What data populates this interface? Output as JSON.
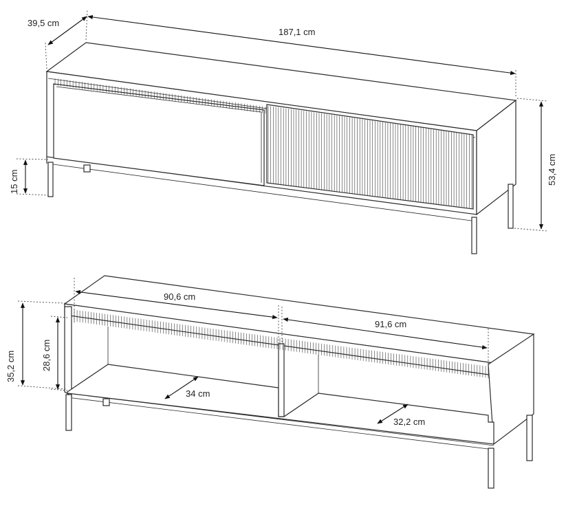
{
  "top_view": {
    "depth_label": "39,5 cm",
    "width_label": "187,1 cm",
    "height_label": "53,4 cm",
    "leg_label": "15 cm"
  },
  "bottom_view": {
    "left_width_label": "90,6 cm",
    "right_width_label": "91,6 cm",
    "outer_height_label": "35,2 cm",
    "inner_height_label": "28,6 cm",
    "left_depth_label": "34 cm",
    "right_depth_label": "32,2 cm"
  }
}
